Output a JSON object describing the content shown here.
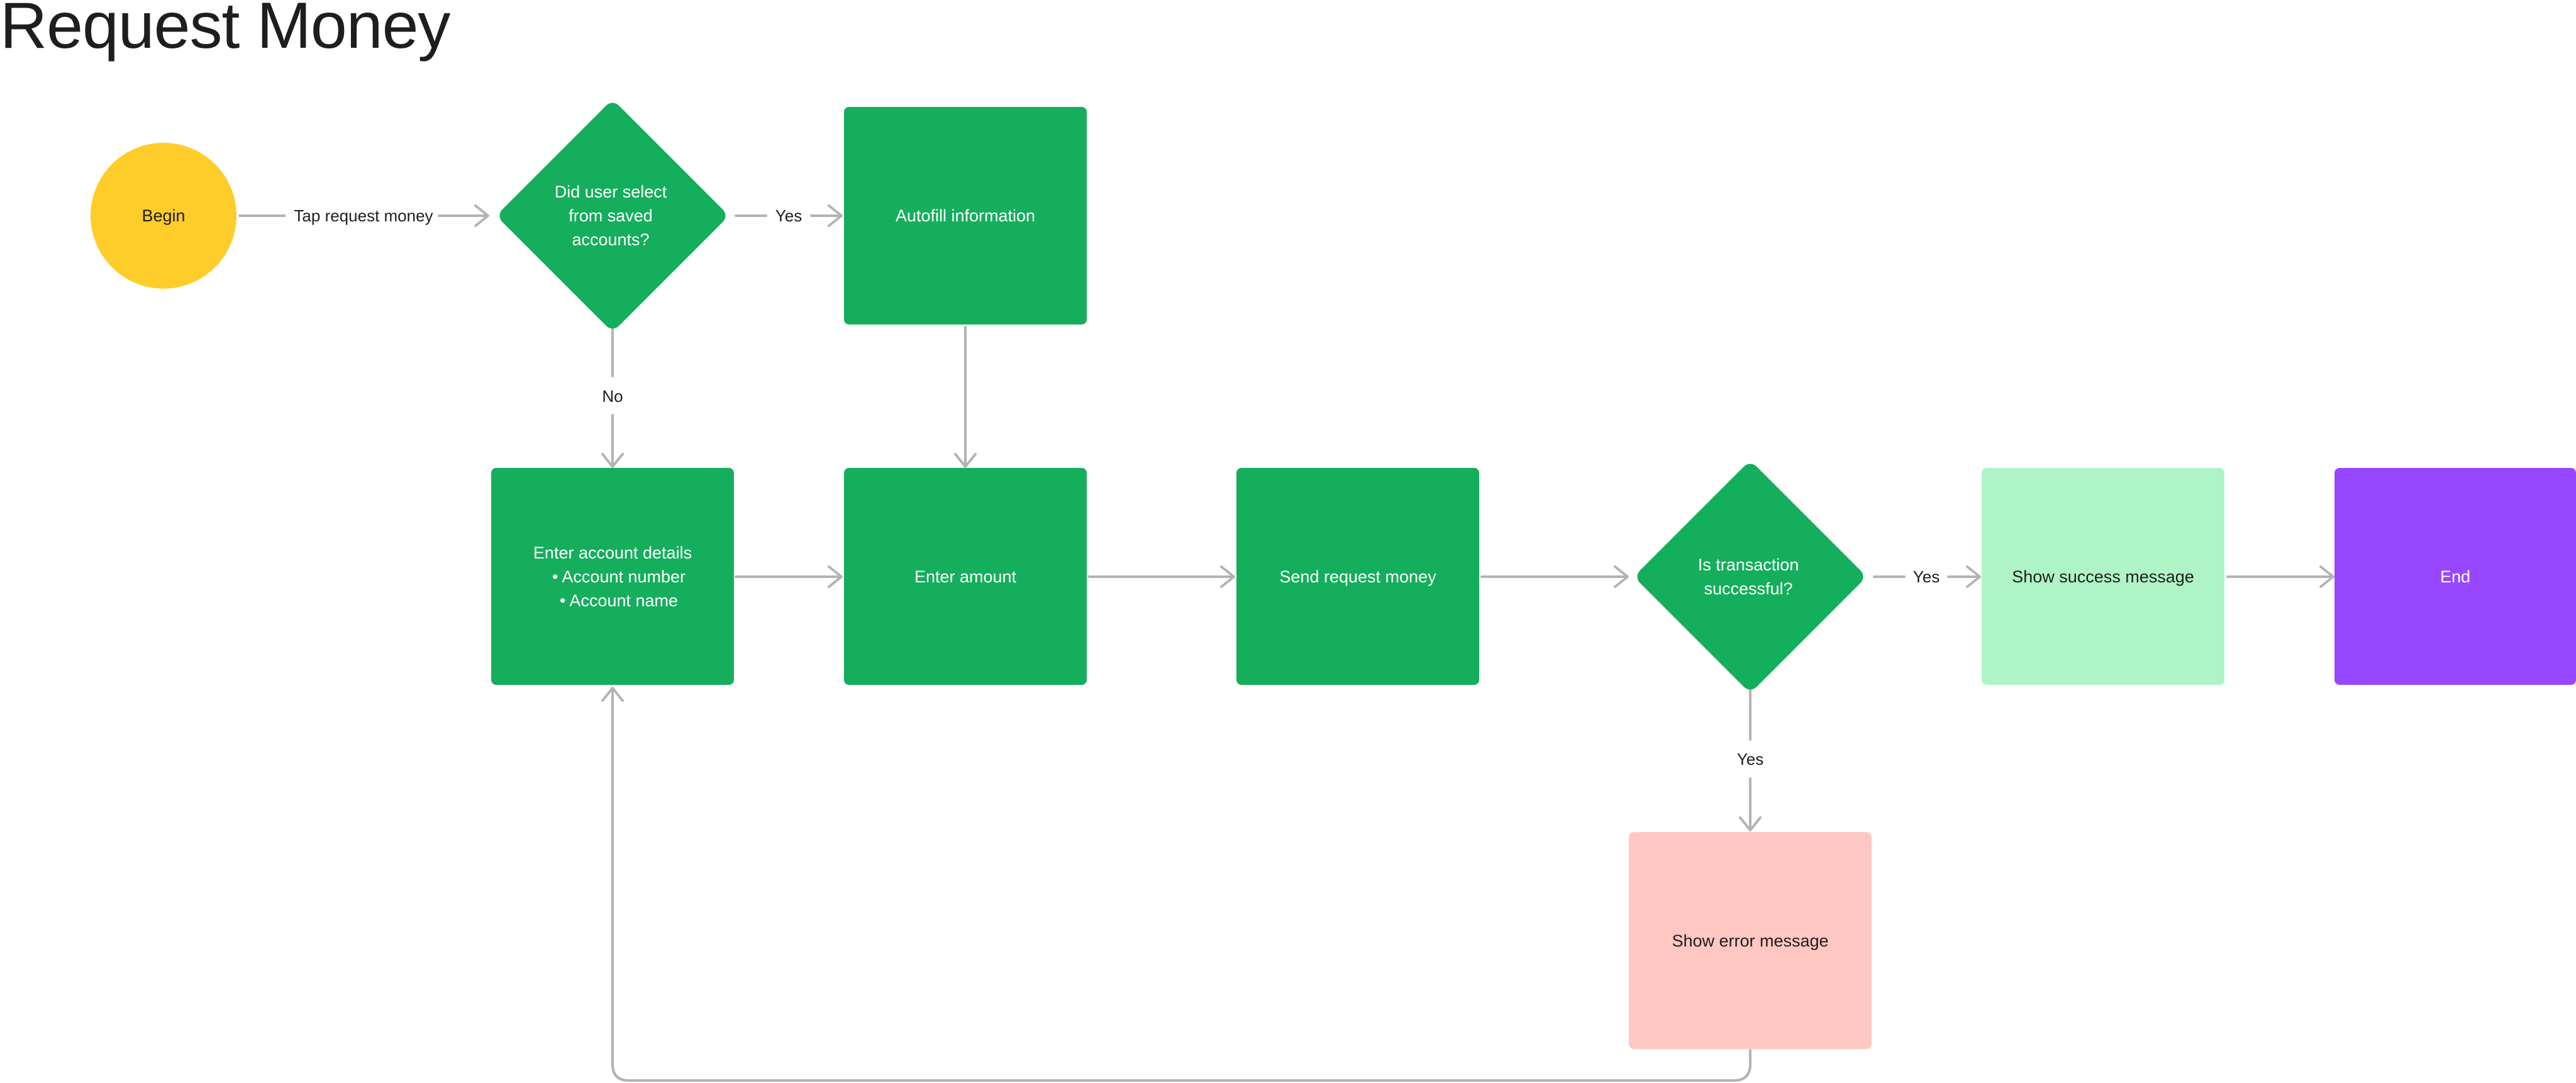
{
  "title": "Request Money",
  "colors": {
    "start": "#FFCD29",
    "process": "#14AE5C",
    "success": "#AFF4C6",
    "error": "#FFC7C2",
    "end": "#9747FF",
    "connector": "#B3B3B3",
    "text_dark": "#1E1E1E",
    "text_light": "#FFFFFF"
  },
  "nodes": {
    "begin": {
      "lines": [
        "Begin"
      ]
    },
    "decision_saved": {
      "lines": [
        "Did user select",
        "from saved",
        "accounts?"
      ]
    },
    "autofill": {
      "lines": [
        "Autofill information"
      ]
    },
    "enter_details": {
      "lines": [
        "Enter account details",
        "•  Account number",
        "•  Account name"
      ]
    },
    "enter_amount": {
      "lines": [
        "Enter amount"
      ]
    },
    "send_request": {
      "lines": [
        "Send request money"
      ]
    },
    "decision_success": {
      "lines": [
        "Is transaction",
        "successful?"
      ]
    },
    "success_msg": {
      "lines": [
        "Show success message"
      ]
    },
    "end": {
      "lines": [
        "End"
      ]
    },
    "error_msg": {
      "lines": [
        "Show error message"
      ]
    }
  },
  "edges": {
    "tap_request": "Tap request money",
    "saved_yes": "Yes",
    "saved_no": "No",
    "success_yes": "Yes",
    "error_yes": "Yes"
  }
}
